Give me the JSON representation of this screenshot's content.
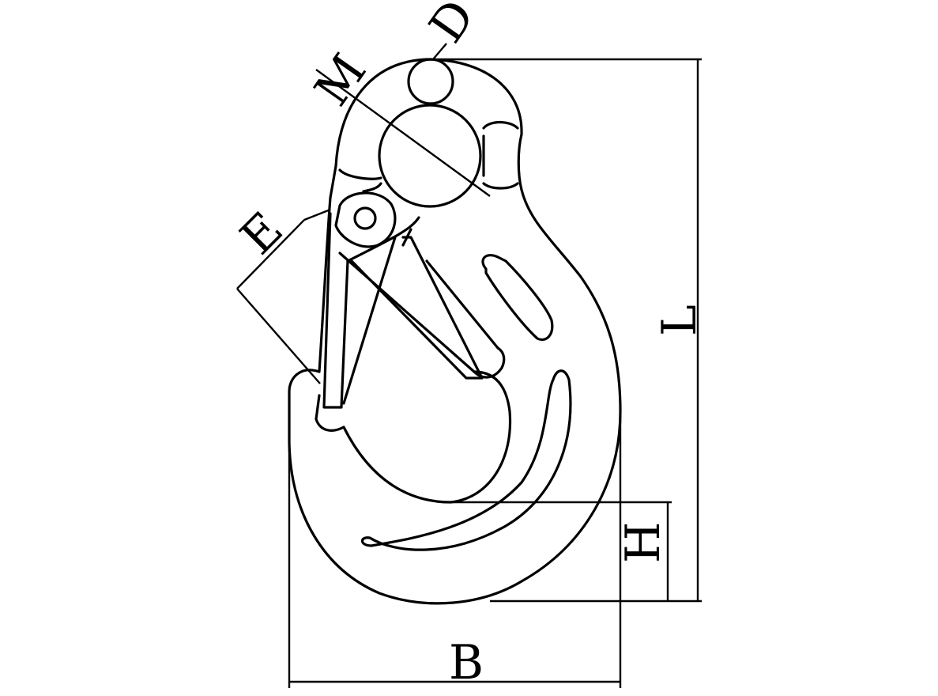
{
  "diagram": {
    "labels": {
      "d": "D",
      "m": "M",
      "e": "E",
      "l": "L",
      "h": "H",
      "b": "B"
    },
    "colors": {
      "line": "#000000",
      "background": "#ffffff"
    }
  }
}
